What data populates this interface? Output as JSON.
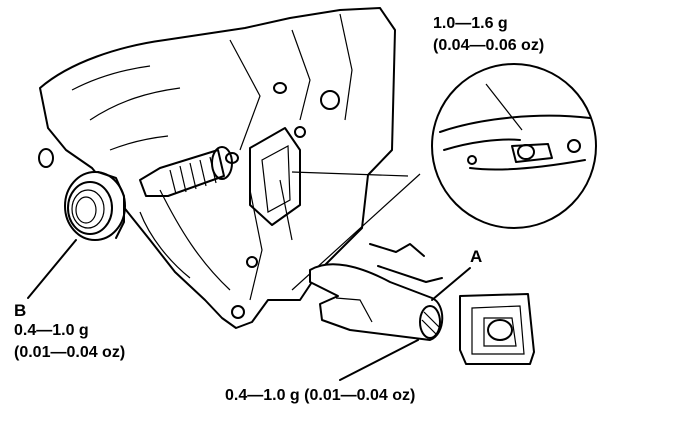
{
  "labels": {
    "detail_grease": "1.0—1.6 g",
    "detail_grease_oz": "(0.04—0.06 oz)",
    "part_a": "A",
    "part_b": "B",
    "bearing_grease": "0.4—1.0 g",
    "bearing_grease_oz": "(0.01—0.04 oz)",
    "fork_grease": "0.4—1.0 g (0.01—0.04 oz)"
  },
  "colors": {
    "ink": "#000000",
    "background": "#ffffff"
  }
}
